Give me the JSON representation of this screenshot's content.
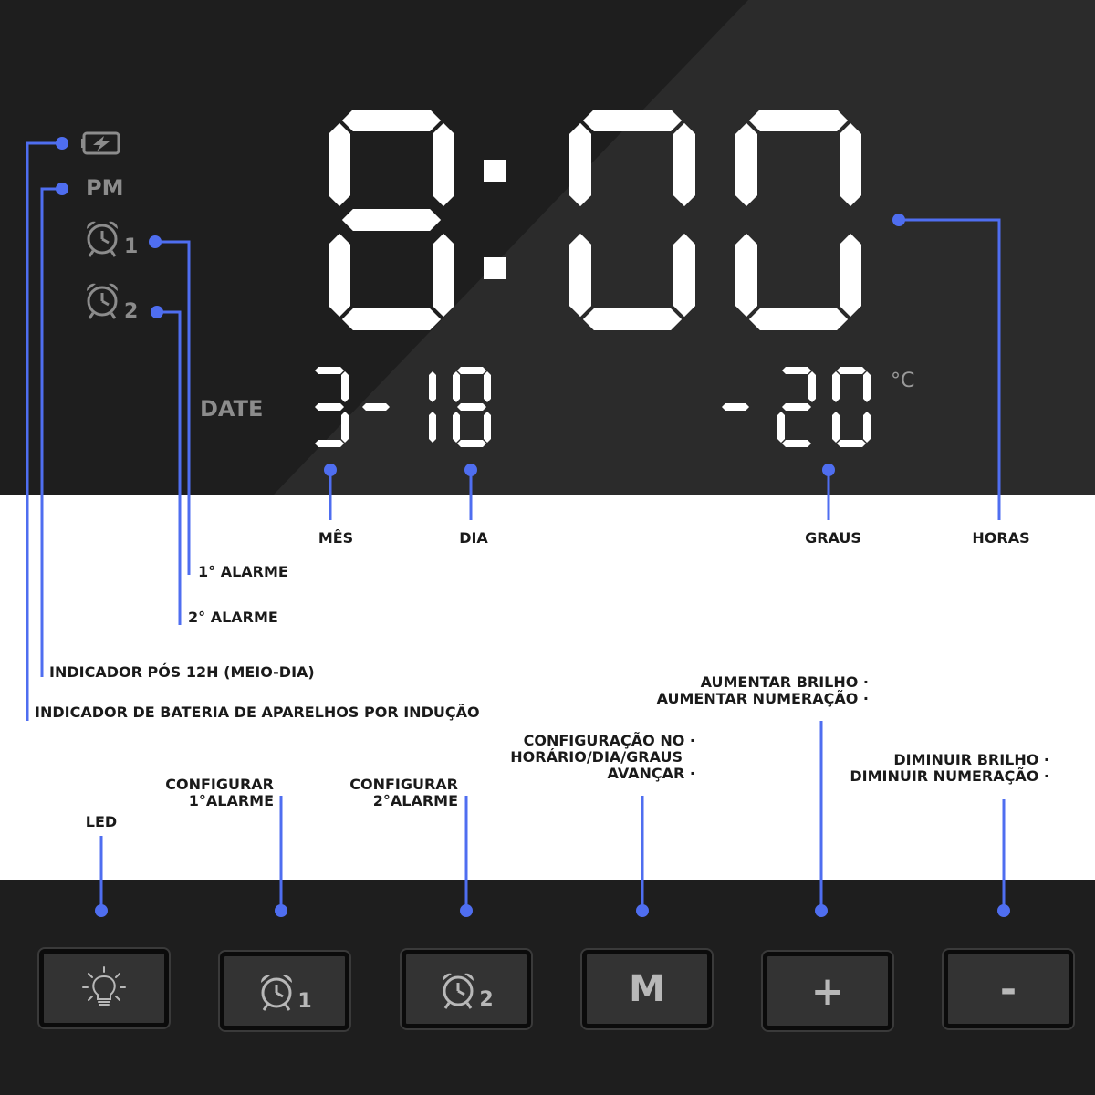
{
  "colors": {
    "accent": "#4f6ef0",
    "display_bg": "#1e1e1e",
    "panel_bg": "#ffffff",
    "segment": "#ffffff",
    "indicator": "#8c8c8c"
  },
  "display": {
    "time_digits": [
      "8",
      "0",
      "0"
    ],
    "month": "3",
    "day_digits": [
      "1",
      "8"
    ],
    "temperature_digits": [
      "2",
      "0"
    ],
    "temp_unit": "°C",
    "date_label": "DATE",
    "pm_label": "PM",
    "alarm1_number": "1",
    "alarm2_number": "2"
  },
  "labels": {
    "month": "MÊS",
    "day": "DIA",
    "degrees": "GRAUS",
    "hours": "HORAS",
    "alarm1": "1° ALARME",
    "alarm2": "2° ALARME",
    "pm_indicator": "INDICADOR PÓS 12H (MEIO-DIA)",
    "battery_indicator": "INDICADOR DE BATERIA DE APARELHOS POR INDUÇÃO",
    "led": "LED",
    "set_alarm1": [
      "CONFIGURAR",
      "1°ALARME"
    ],
    "set_alarm2": [
      "CONFIGURAR",
      "2°ALARME"
    ],
    "mode": [
      "CONFIGURAÇÃO NO ·",
      "HORÁRIO/DIA/GRAUS",
      "AVANÇAR ·"
    ],
    "plus": [
      "AUMENTAR BRILHO ·",
      "AUMENTAR NUMERAÇÃO ·"
    ],
    "minus": [
      "DIMINUIR BRILHO ·",
      "DIMINUIR NUMERAÇÃO ·"
    ]
  },
  "buttons": [
    {
      "id": "led",
      "icon": "lightbulb-icon",
      "text": ""
    },
    {
      "id": "alarm1",
      "icon": "alarm-clock-icon",
      "text": "1"
    },
    {
      "id": "alarm2",
      "icon": "alarm-clock-icon",
      "text": "2"
    },
    {
      "id": "mode",
      "icon": "",
      "text": "M"
    },
    {
      "id": "plus",
      "icon": "",
      "text": "+"
    },
    {
      "id": "minus",
      "icon": "",
      "text": "-"
    }
  ]
}
